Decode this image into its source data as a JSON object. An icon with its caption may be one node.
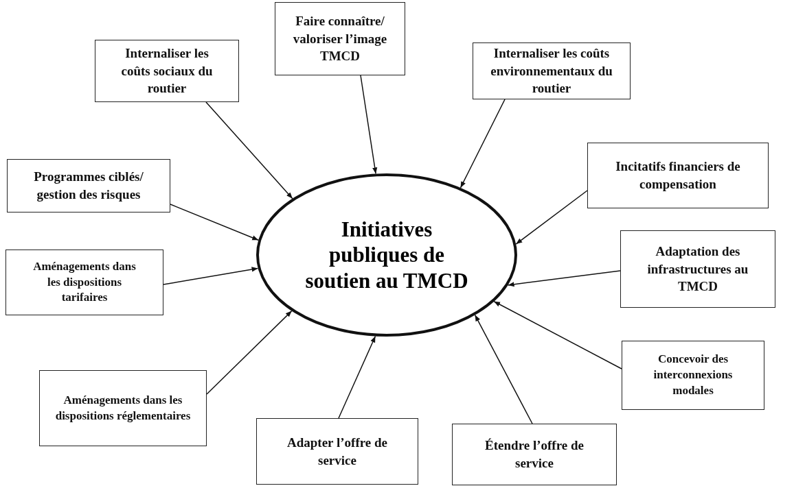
{
  "diagram": {
    "nodes": [
      {
        "text": [
          "Initiatives publiques de soutien au TMCD"
        ]
      },
      {
        "text": [
          "Faire connaître/ valoriser l’image TMCD"
        ]
      },
      {
        "text": [
          "Internaliser les coûts sociaux du routier"
        ]
      },
      {
        "text": [
          "Internaliser les coûts environnementaux du routier"
        ]
      },
      {
        "text": [
          "Programmes ciblés/ gestion des risques"
        ]
      },
      {
        "text": [
          "Incitatifs financiers de compensation"
        ]
      },
      {
        "text": [
          "Adaptation des infrastructures au TMCD"
        ]
      },
      {
        "text": [
          "Aménagements dans les dispositions tarifaires"
        ]
      },
      {
        "text": [
          "Concevoir des interconnexions modales"
        ]
      },
      {
        "text": [
          "Aménagements dans les dispositions réglementaires"
        ]
      },
      {
        "text": [
          "Adapter l’offre de service"
        ]
      },
      {
        "text": [
          "Étendre l’offre de service"
        ]
      }
    ],
    "edges": [
      {
        "from": 1,
        "to": 0,
        "arrow": "to"
      },
      {
        "from": 2,
        "to": 0,
        "arrow": "to"
      },
      {
        "from": 3,
        "to": 0,
        "arrow": "to"
      },
      {
        "from": 4,
        "to": 0,
        "arrow": "to"
      },
      {
        "from": 5,
        "to": 0,
        "arrow": "to"
      },
      {
        "from": 6,
        "to": 0,
        "arrow": "to"
      },
      {
        "from": 7,
        "to": 0,
        "arrow": "to"
      },
      {
        "from": 8,
        "to": 0,
        "arrow": "to"
      },
      {
        "from": 9,
        "to": 0,
        "arrow": "to"
      },
      {
        "from": 10,
        "to": 0,
        "arrow": "to"
      },
      {
        "from": 11,
        "to": 0,
        "arrow": "to"
      }
    ]
  }
}
